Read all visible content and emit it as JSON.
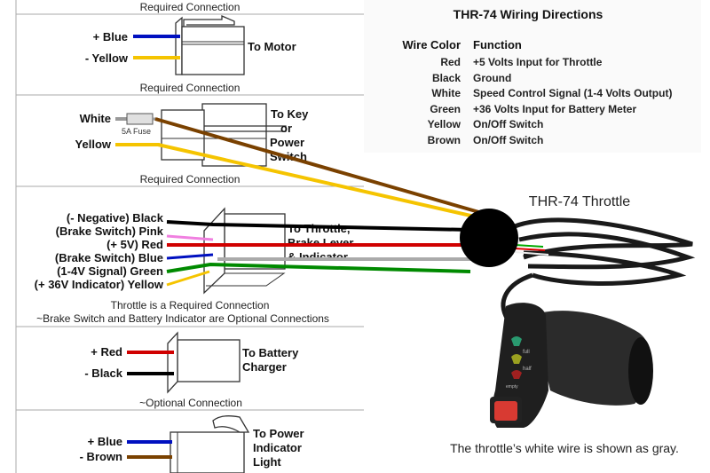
{
  "colors": {
    "red": "#d00000",
    "black": "#000000",
    "blue": "#0010c0",
    "yellow": "#f5c400",
    "brown": "#7a4100",
    "green": "#008a00",
    "pink": "#f080e0",
    "gray": "#aaaaaa"
  },
  "top_cut_caption": "Required Connection",
  "motor": {
    "wires": [
      "+ Blue",
      "- Yellow"
    ],
    "target": "To Motor",
    "caption": "Required Connection"
  },
  "key_switch": {
    "wires": [
      "White",
      "Yellow"
    ],
    "fuse_label": "5A Fuse",
    "target_lines": [
      "To Key",
      "or",
      "Power",
      "Switch"
    ],
    "caption": "Required Connection"
  },
  "throttle_conn": {
    "wires": [
      "(- Negative) Black",
      "(Brake Switch) Pink",
      "(+ 5V) Red",
      "(Brake Switch) Blue",
      "(1-4V Signal) Green",
      "(+ 36V Indicator) Yellow"
    ],
    "target_lines": [
      "To Throttle,",
      "Brake Lever",
      "& Indicator"
    ],
    "caption": "Throttle is a Required Connection",
    "caption2": "~Brake Switch and Battery Indicator are Optional Connections"
  },
  "charger": {
    "wires": [
      "+ Red",
      "- Black"
    ],
    "target_lines": [
      "To Battery",
      "Charger"
    ],
    "caption": "~Optional Connection"
  },
  "indicator": {
    "wires": [
      "+ Blue",
      "- Brown"
    ],
    "target_lines": [
      "To Power",
      "Indicator",
      "Light"
    ]
  },
  "directions": {
    "title": "THR-74 Wiring Directions",
    "headers": [
      "Wire Color",
      "Function"
    ],
    "rows": [
      [
        "Red",
        "+5 Volts Input for Throttle"
      ],
      [
        "Black",
        "Ground"
      ],
      [
        "White",
        "Speed Control Signal (1-4 Volts Output)"
      ],
      [
        "Green",
        "+36 Volts Input for Battery Meter"
      ],
      [
        "Yellow",
        "On/Off Switch"
      ],
      [
        "Brown",
        "On/Off Switch"
      ]
    ]
  },
  "product": {
    "title": "THR-74 Throttle",
    "indicator_labels": [
      "full",
      "half",
      "empty"
    ],
    "caption": "The throttle’s white wire is shown as gray."
  }
}
